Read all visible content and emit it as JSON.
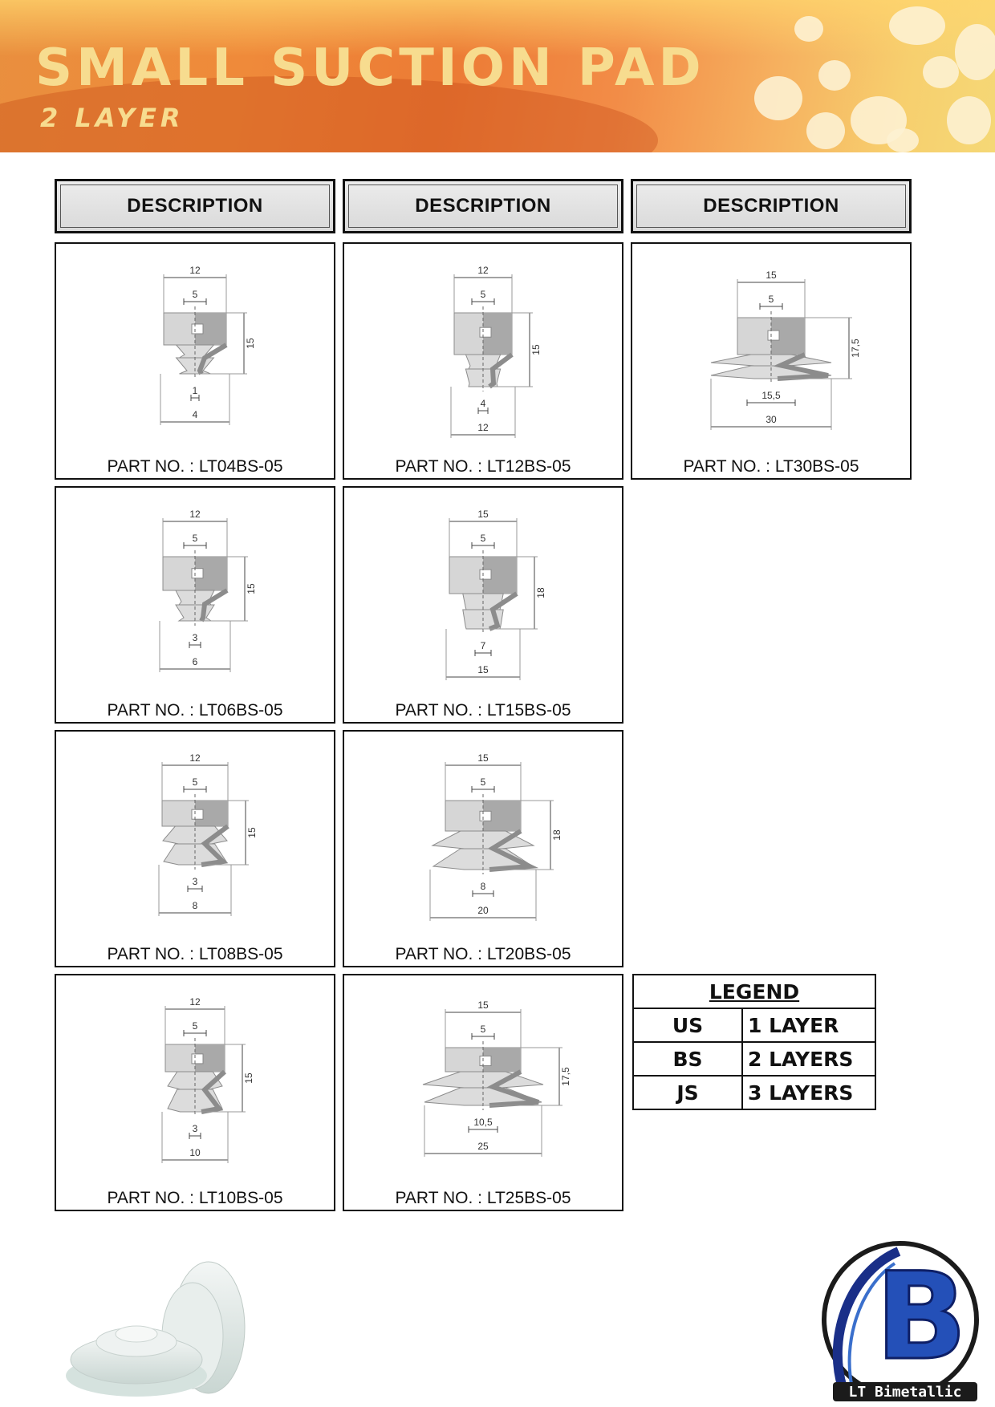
{
  "header": {
    "title": "SMALL SUCTION PAD",
    "subtitle": "2 LAYER"
  },
  "columns": [
    {
      "heading": "DESCRIPTION"
    },
    {
      "heading": "DESCRIPTION"
    },
    {
      "heading": "DESCRIPTION"
    }
  ],
  "parts": [
    {
      "label": "PART NO. : LT04BS-05",
      "dims": [
        "12",
        "5",
        "15",
        "1",
        "4"
      ]
    },
    {
      "label": "PART NO. : LT12BS-05",
      "dims": [
        "12",
        "5",
        "15",
        "4",
        "12"
      ]
    },
    {
      "label": "PART NO. : LT30BS-05",
      "dims": [
        "15",
        "5",
        "17,5",
        "15,5",
        "30"
      ]
    },
    {
      "label": "PART NO. : LT06BS-05",
      "dims": [
        "12",
        "5",
        "15",
        "3",
        "6"
      ]
    },
    {
      "label": "PART NO. : LT15BS-05",
      "dims": [
        "15",
        "5",
        "18",
        "7",
        "15"
      ]
    },
    {
      "label": "PART NO. : LT08BS-05",
      "dims": [
        "12",
        "5",
        "15",
        "3",
        "8"
      ]
    },
    {
      "label": "PART NO. : LT20BS-05",
      "dims": [
        "15",
        "5",
        "18",
        "8",
        "20"
      ]
    },
    {
      "label": "PART NO. : LT10BS-05",
      "dims": [
        "12",
        "5",
        "15",
        "3",
        "10"
      ]
    },
    {
      "label": "PART NO. : LT25BS-05",
      "dims": [
        "15",
        "5",
        "17,5",
        "10,5",
        "25"
      ]
    }
  ],
  "legend": {
    "title": "LEGEND",
    "rows": [
      {
        "code": "US",
        "meaning": "1 LAYER"
      },
      {
        "code": "BS",
        "meaning": "2 LAYERS"
      },
      {
        "code": "JS",
        "meaning": "3 LAYERS"
      }
    ]
  },
  "logo": {
    "text": "LT Bimetallic",
    "letter": "B"
  },
  "icons": {
    "photo": "suction-pad-photo",
    "logo": "lt-bimetallic-logo"
  }
}
